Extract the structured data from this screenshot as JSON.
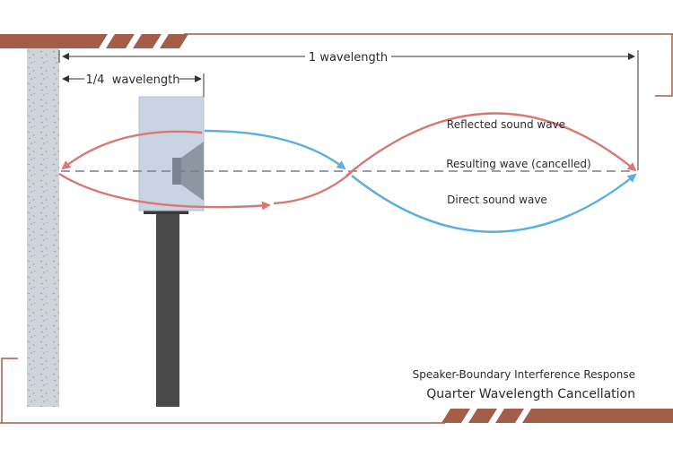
{
  "title": "Speaker-Boundary Interference Response",
  "subtitle": "Quarter Wavelength Cancellation",
  "dimensions": {
    "full": "1 wavelength",
    "quarter": "1/4  wavelength"
  },
  "waves": {
    "reflected": "Reflected sound wave",
    "resulting": "Resulting wave (cancelled)",
    "direct": "Direct sound wave"
  },
  "colors": {
    "accent_brown": "#a45d48",
    "reflected_wave": "#d97777",
    "direct_wave": "#5aaee0",
    "resulting_wave": "#7a7e8e",
    "wall": "#cfd4da",
    "speaker_box": "#c8d4e2",
    "stand": "#4a4a4a"
  }
}
